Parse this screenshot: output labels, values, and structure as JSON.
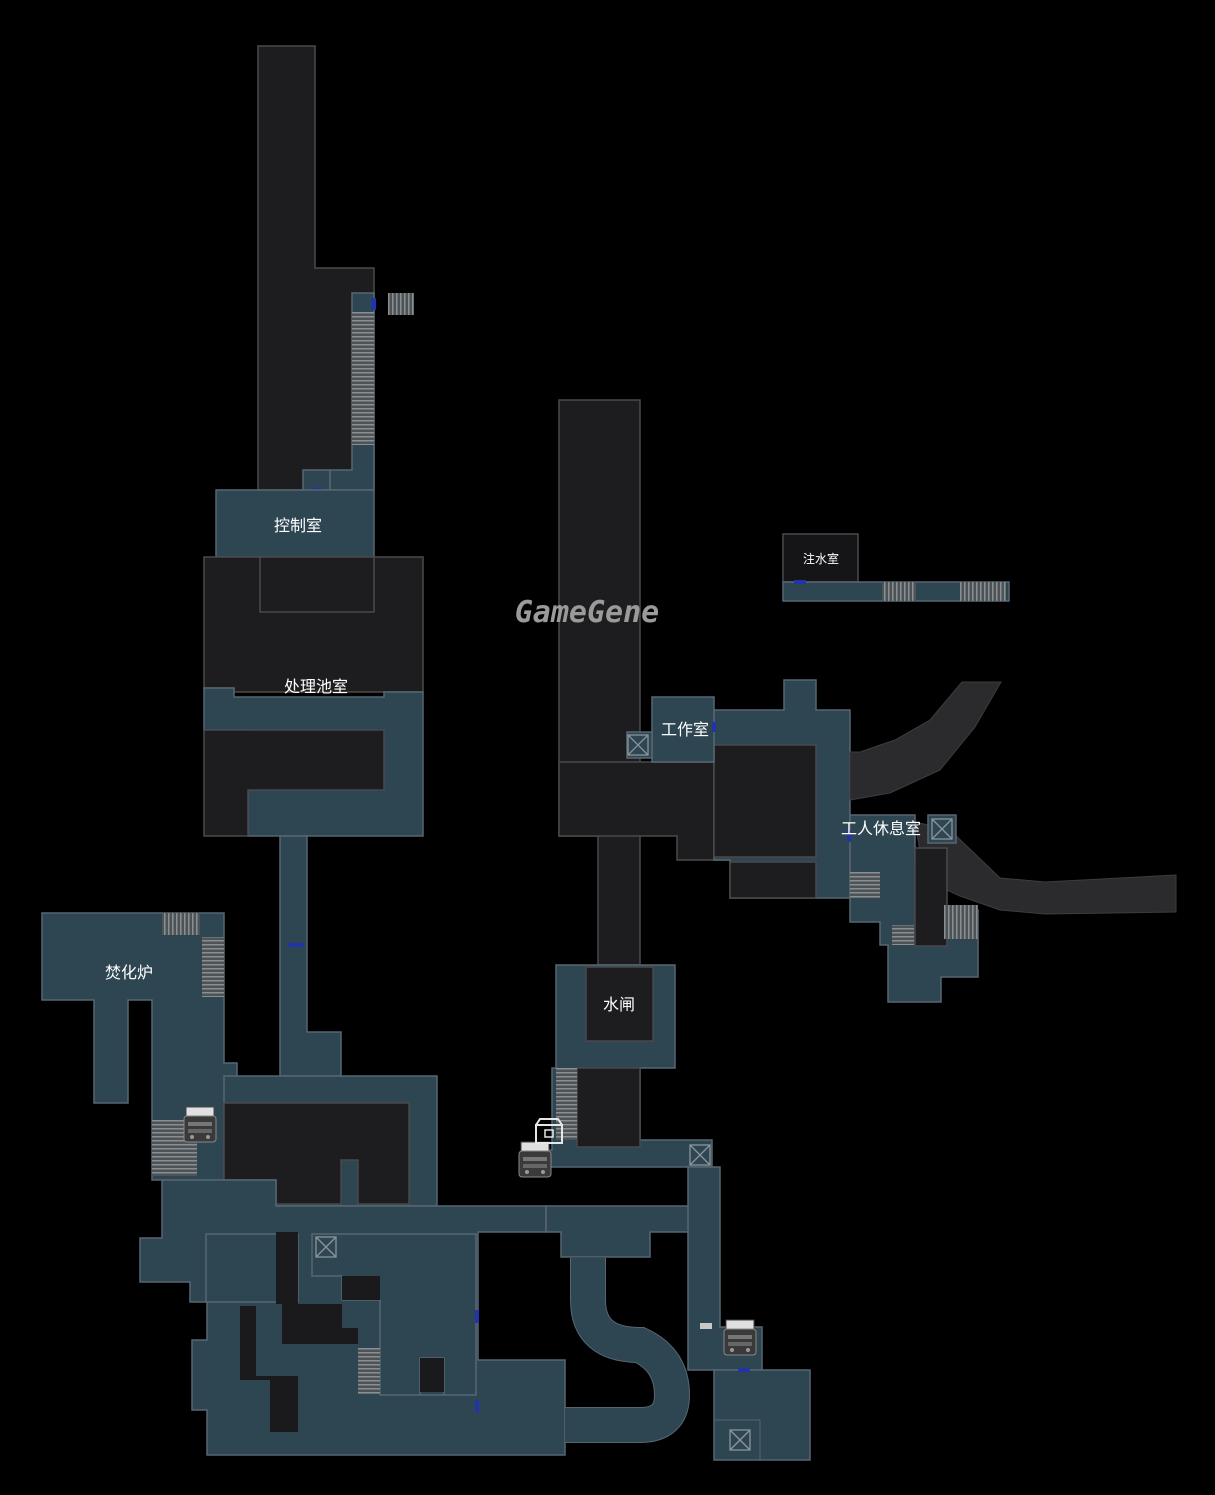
{
  "watermark": "GameGene",
  "rooms": {
    "control_room": "控制室",
    "treatment_pool_room": "处理池室",
    "incinerator": "焚化炉",
    "sluice_gate": "水闸",
    "workshop": "工作室",
    "workers_break_room": "工人休息室",
    "water_injection_room": "注水室"
  },
  "icons": [
    "typewriter-icon",
    "item-box-icon",
    "ladder-hatch-icon",
    "door-marker",
    "staircase"
  ],
  "colors": {
    "background": "#000000",
    "explored_room": "#2e4552",
    "unexplored_room": "#1d1d1f",
    "door": "#2235a8",
    "label": "#ffffff",
    "watermark": "#9a9a9a"
  }
}
